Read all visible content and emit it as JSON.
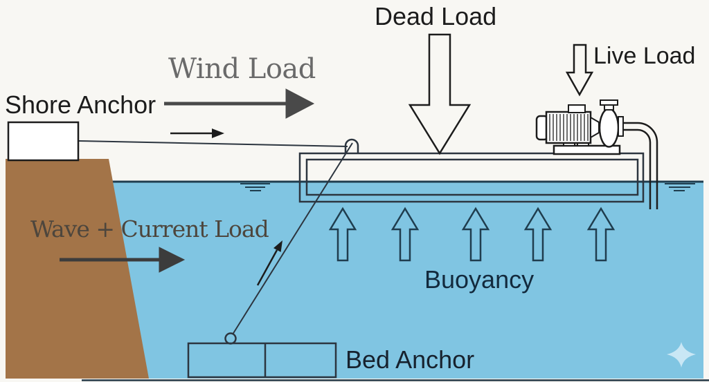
{
  "diagram": {
    "labels": {
      "dead_load": "Dead Load",
      "live_load": "Live Load",
      "wind_load": "Wind Load",
      "shore_anchor": "Shore Anchor",
      "wave_current_load": "Wave + Current Load",
      "buoyancy": "Buoyancy",
      "bed_anchor": "Bed Anchor"
    },
    "colors": {
      "background": "#f8f7f3",
      "water": "#80c5e2",
      "shore_brown": "#a37448",
      "line_navy": "#1f3d4e",
      "structure_ink": "#2c353f",
      "ink": "#1c1c1c",
      "wind_text": "#6a6a6a",
      "wind_arrow": "#494949",
      "wave_arrow": "#3c3c3c",
      "wave_text": "#4d463d",
      "buoyancy_text": "#132a3d",
      "bed_text": "#17222e",
      "sparkle": "#c9e7f5",
      "seabed_line": "#223744"
    }
  }
}
